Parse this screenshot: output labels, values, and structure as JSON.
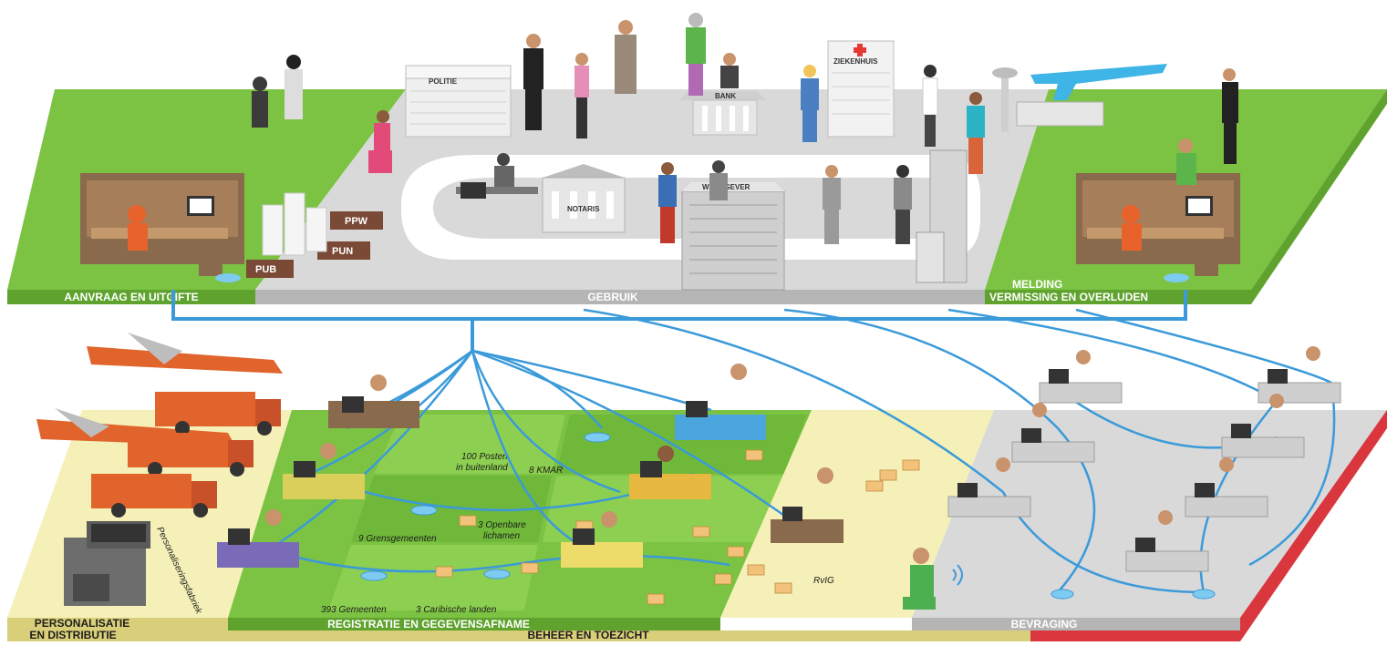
{
  "colors": {
    "green_top": "#7cc243",
    "green_dark": "#5fa32e",
    "grey_floor": "#d9d9d9",
    "grey_edge": "#b5b5b5",
    "cream": "#f5f0b8",
    "cream_edge": "#d9cf7a",
    "red_edge": "#d9363e",
    "cable_blue": "#3b9ad9",
    "orange_vehicle": "#e0642b"
  },
  "top_platform": {
    "label_left": "AANVRAAG EN UITGIFTE",
    "label_center": "GEBRUIK",
    "label_right_line1": "MELDING",
    "label_right_line2": "VERMISSING EN OVERLUDEN",
    "buildings": {
      "politie": "POLITIE",
      "ziekenhuis": "ZIEKENHUIS",
      "bank": "BANK",
      "notaris": "NOTARIS",
      "werkgever": "WERKGEVER"
    },
    "boxes": {
      "ppw": "PPW",
      "pun": "PUN",
      "pub": "PUB"
    }
  },
  "bottom_platform": {
    "label_personalisatie_line1": "PERSONALISATIE",
    "label_personalisatie_line2": "EN DISTRIBUTIE",
    "label_registratie": "REGISTRATIE EN GEGEVENSAFNAME",
    "label_beheer": "BEHEER EN TOEZICHT",
    "label_bevraging": "BEVRAGING",
    "machine_label": "Personaliseringsfabriek",
    "fields": {
      "posten_line1": "100 Posten",
      "posten_line2": "in buitenland",
      "kmar": "8 KMAR",
      "grens": "9 Grensgemeenten",
      "openbare_line1": "3 Openbare",
      "openbare_line2": "lichamen",
      "gemeenten": "393 Gemeenten",
      "caribische": "3 Caribische landen",
      "rvig": "RvIG"
    }
  }
}
